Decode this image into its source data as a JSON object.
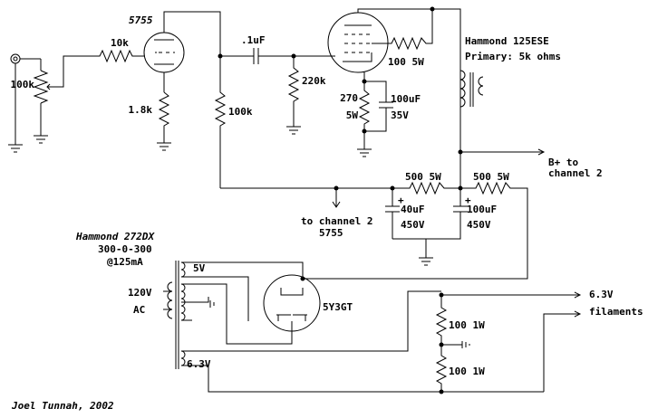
{
  "tubes": {
    "preamp": "5755",
    "rectifier": "5Y3GT"
  },
  "components": {
    "input_res": "10k",
    "volume_pot": "100k",
    "cathode_res": "1.8k",
    "plate_load": "100k",
    "coupling_cap": ".1uF",
    "grid_res": "220k",
    "screen_res": "100 5W",
    "bias_res_value": "270",
    "bias_res_power": "5W",
    "bypass_cap_value": "100uF",
    "bypass_cap_voltage": "35V",
    "filter_res_1": "500 5W",
    "filter_res_2": "500 5W",
    "filter_cap_1_value": "40uF",
    "filter_cap_1_voltage": "450V",
    "filter_cap_2_value": "100uF",
    "filter_cap_2_voltage": "450V",
    "filament_res_1": "100 1W",
    "filament_res_2": "100 1W"
  },
  "output_transformer": {
    "name": "Hammond 125ESE",
    "primary": "Primary: 5k ohms"
  },
  "power_transformer": {
    "name": "Hammond 272DX",
    "rating": "300-0-300",
    "current": "@125mA",
    "tap_5v": "5V",
    "tap_6v": "6.3V",
    "mains_1": "120V",
    "mains_2": "AC"
  },
  "connections": {
    "bplus_1": "B+ to",
    "bplus_2": "channel 2",
    "to_ch2_1": "to channel 2",
    "to_ch2_2": "5755",
    "fil_1": "6.3V",
    "fil_2": "filaments"
  },
  "credit": "Joel Tunnah, 2002"
}
